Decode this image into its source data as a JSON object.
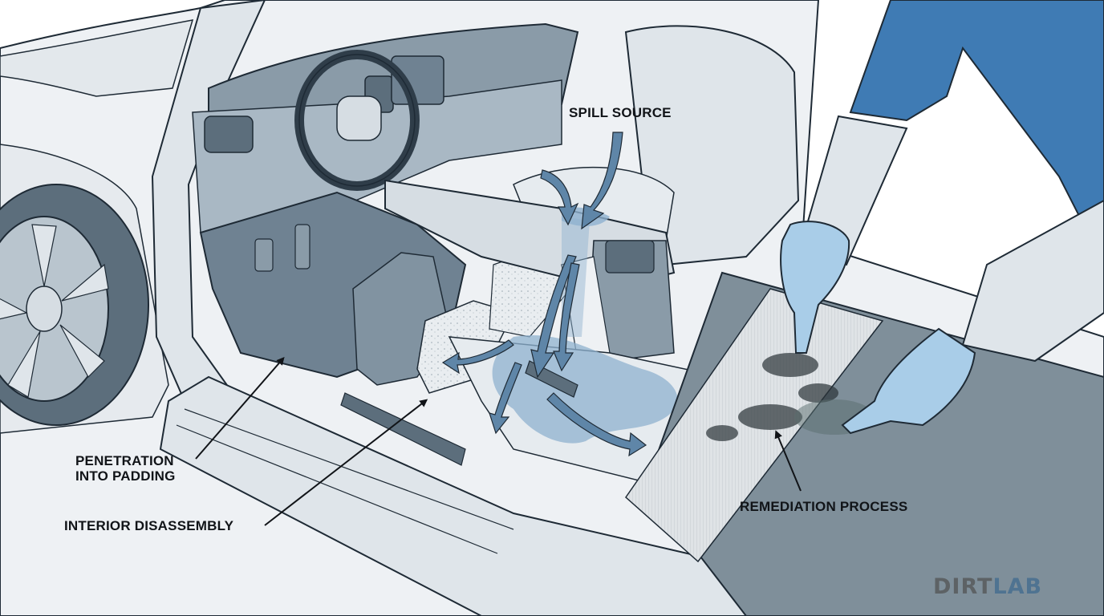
{
  "diagram": {
    "subject": "Car interior spill contamination and remediation",
    "labels": {
      "spill_source": "SPILL SOURCE",
      "penetration_line1": "PENETRATION",
      "penetration_line2": "INTO PADDING",
      "interior_disassembly": "INTERIOR DISASSEMBLY",
      "remediation_process": "REMEDIATION PROCESS"
    },
    "logo": {
      "part1": "DIRT",
      "part2": "LAB"
    },
    "icons": [
      "spill-flow-arrows",
      "callout-arrows",
      "gloved-hands",
      "mold-stain"
    ],
    "colors": {
      "line": "#1e2a35",
      "interior_dark": "#6f8292",
      "interior_mid": "#a9b8c4",
      "interior_light": "#dde4ea",
      "spill_blue": "#8fb2cf",
      "flow_arrow": "#5f86a8",
      "shirt_blue": "#3f7bb4",
      "glove_blue": "#a9cde8",
      "carpet_gray": "#7f8f9a",
      "logo_gray": "#5d6265",
      "logo_blue": "#4f7391"
    }
  }
}
